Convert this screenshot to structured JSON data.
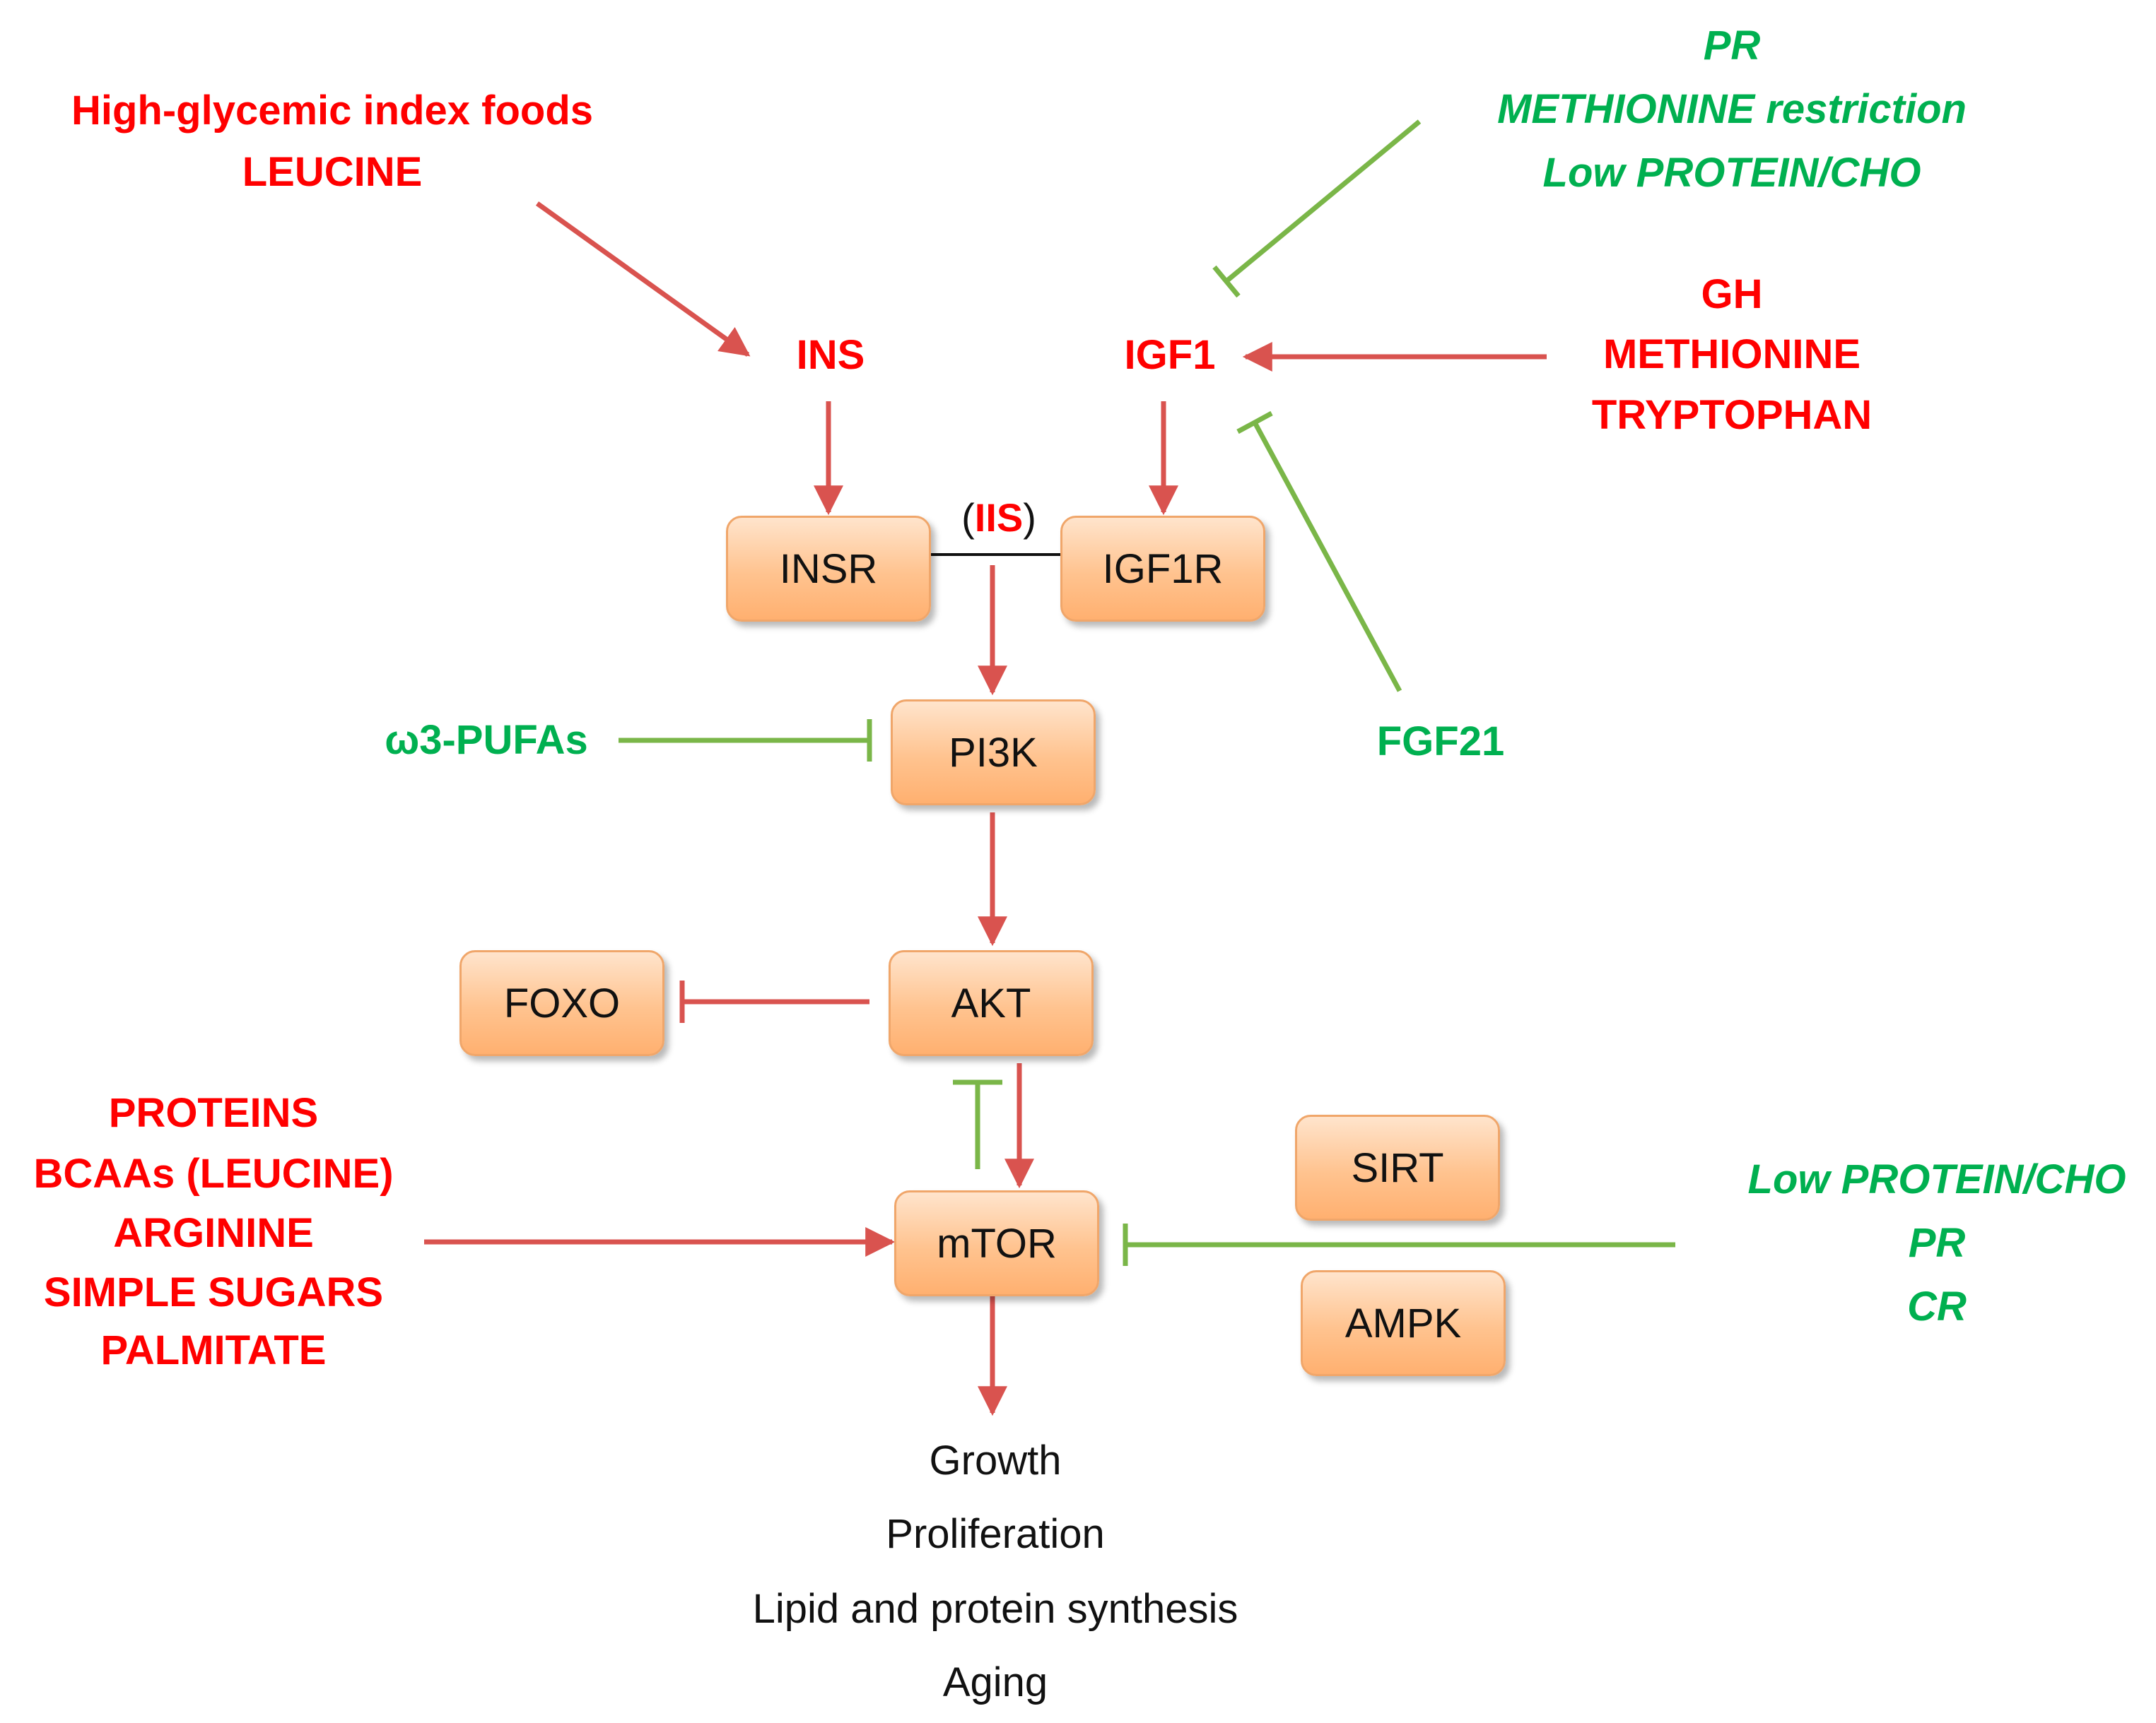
{
  "nodes": {
    "insr": "INSR",
    "igf1r": "IGF1R",
    "pi3k": "PI3K",
    "akt": "AKT",
    "foxo": "FOXO",
    "mtor": "mTOR",
    "sirt": "SIRT",
    "ampk": "AMPK"
  },
  "iis": {
    "open": "(",
    "label": "IIS",
    "close": ")"
  },
  "labels": {
    "high_glycemic": "High-glycemic index foods",
    "leucine": "LEUCINE",
    "ins": "INS",
    "igf1": "IGF1",
    "pr_top": "PR",
    "methionine_restriction": "METHIONINE restriction",
    "low_protein_cho_top": "Low PROTEIN/CHO",
    "gh": "GH",
    "methionine": "METHIONINE",
    "tryptophan": "TRYPTOPHAN",
    "w3_pufas": "ω3-PUFAs",
    "fgf21": "FGF21",
    "proteins": "PROTEINS",
    "bcaas": "BCAAs (LEUCINE)",
    "arginine": "ARGININE",
    "simple_sugars": "SIMPLE SUGARS",
    "palmitate": "PALMITATE",
    "low_protein_cho_right": "Low PROTEIN/CHO",
    "pr_right": "PR",
    "cr_right": "CR"
  },
  "outcomes": [
    "Growth",
    "Proliferation",
    "Lipid and protein synthesis",
    "Aging"
  ],
  "colors": {
    "activator": "#ff0000",
    "inhibitor": "#00b050",
    "arrow_red": "#d9534f",
    "arrow_green": "#7ab648",
    "node_fill": "#ffc38f",
    "node_border": "#f0a66a"
  }
}
